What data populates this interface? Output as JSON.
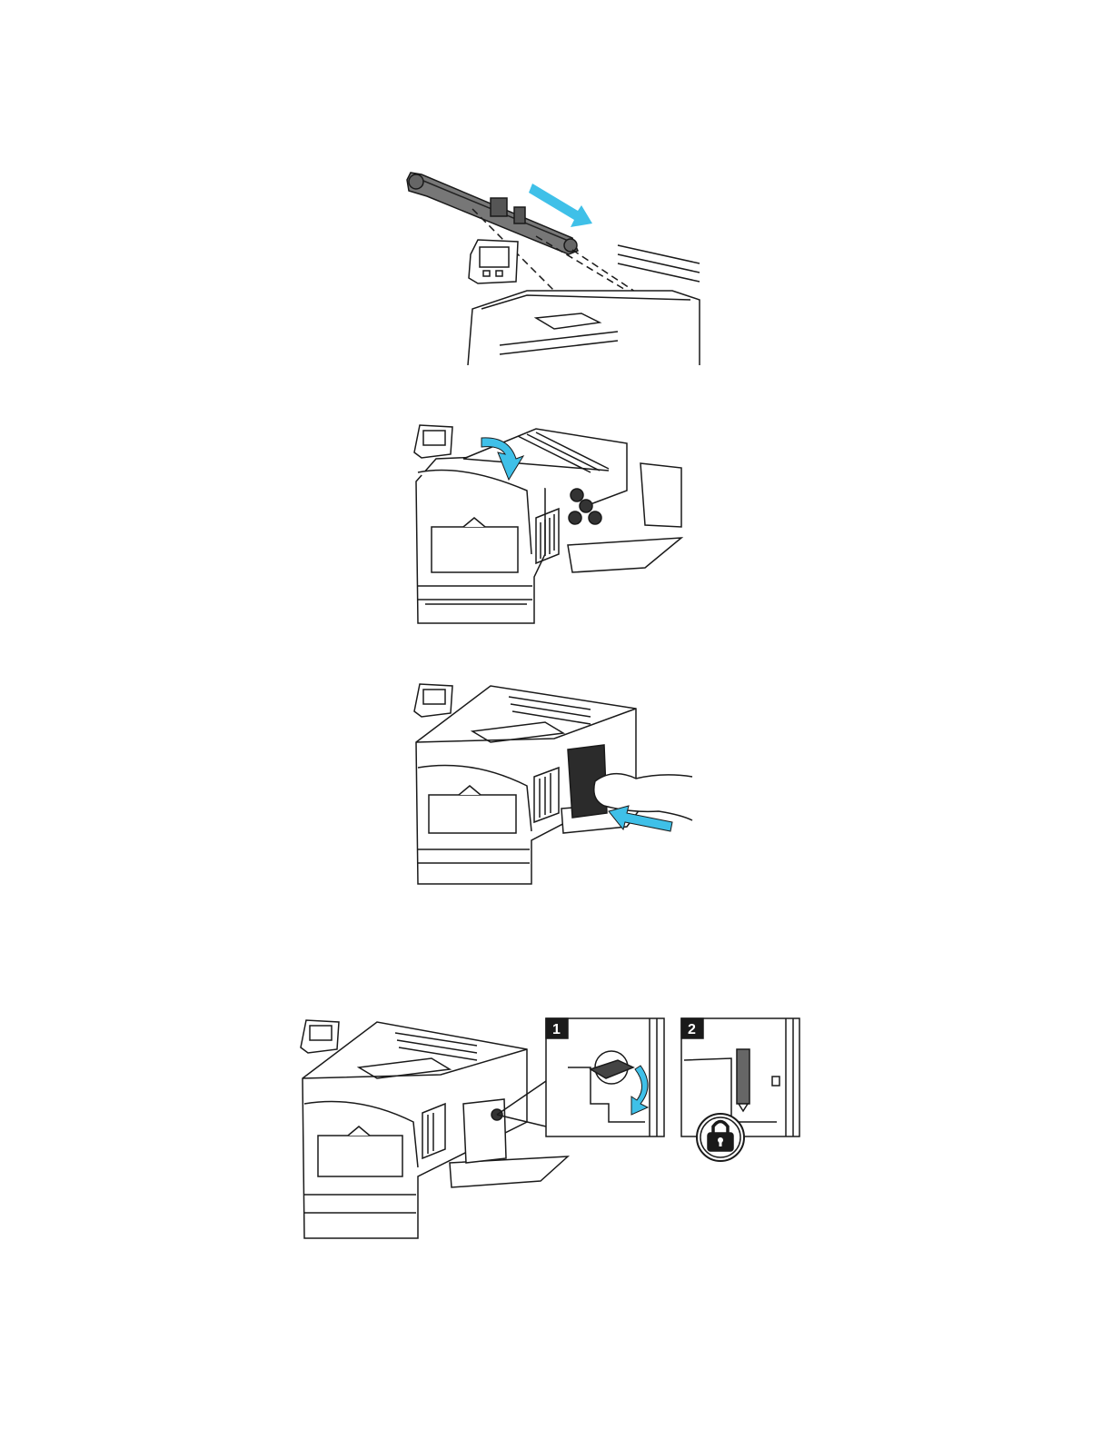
{
  "colors": {
    "arrow": "#3fc0e8",
    "line": "#1a1a1a",
    "fill": "#ffffff",
    "dark": "#2b2b2b"
  },
  "figures": [
    {
      "name": "install-transfer-roller",
      "icons": [
        "transfer-roller-icon",
        "blue-arrow-icon",
        "printer-icon"
      ]
    },
    {
      "name": "close-top-cover",
      "icons": [
        "printer-icon",
        "curved-down-arrow-icon"
      ]
    },
    {
      "name": "insert-waste-cartridge",
      "icons": [
        "printer-icon",
        "hand-icon",
        "blue-arrow-icon"
      ]
    },
    {
      "name": "lock-cartridge",
      "icons": [
        "printer-icon",
        "rotate-arrow-icon",
        "lock-icon"
      ]
    }
  ],
  "steps": {
    "step1": "1",
    "step2": "2"
  }
}
